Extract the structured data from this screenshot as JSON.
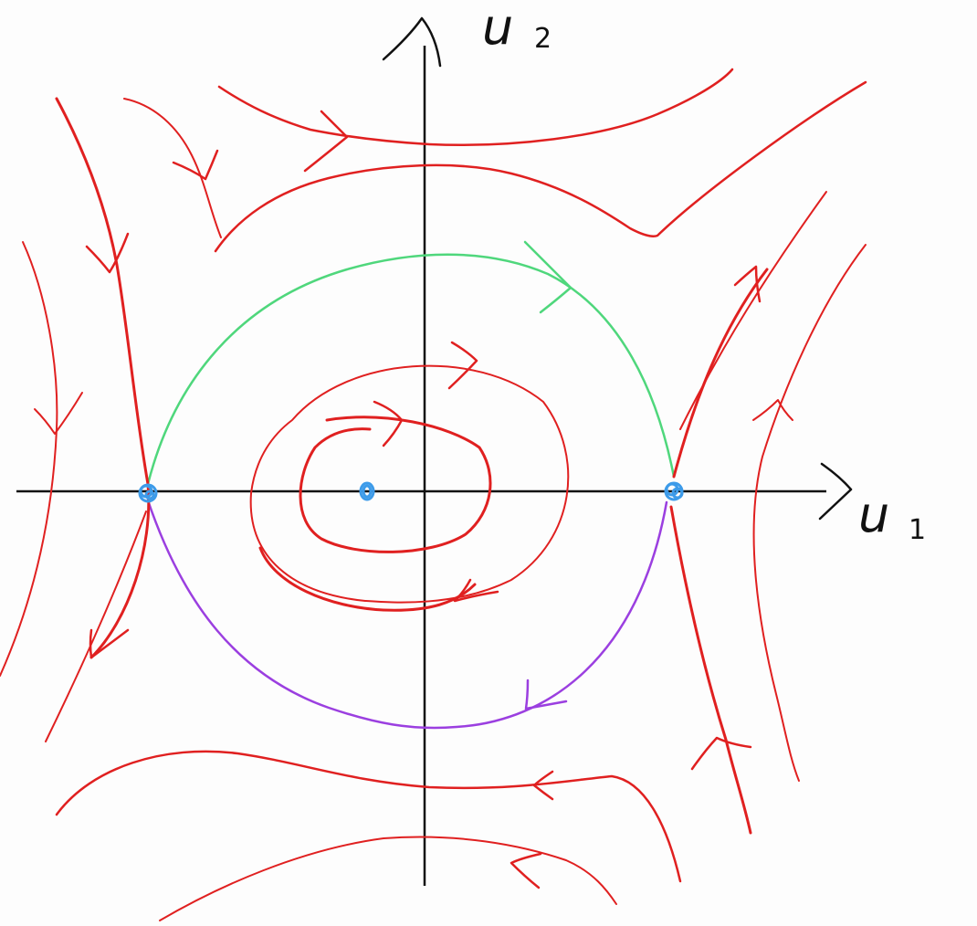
{
  "axes": {
    "horizontal_label": "u",
    "horizontal_subscript": "1",
    "vertical_label": "u",
    "vertical_subscript": "2"
  },
  "colors": {
    "axis": "#111111",
    "trajectory": "#e02020",
    "unstable_manifold": "#4fd77c",
    "stable_manifold": "#9b3fe0",
    "fixed_point": "#3d9be9",
    "background": "#fdfdfd"
  }
}
